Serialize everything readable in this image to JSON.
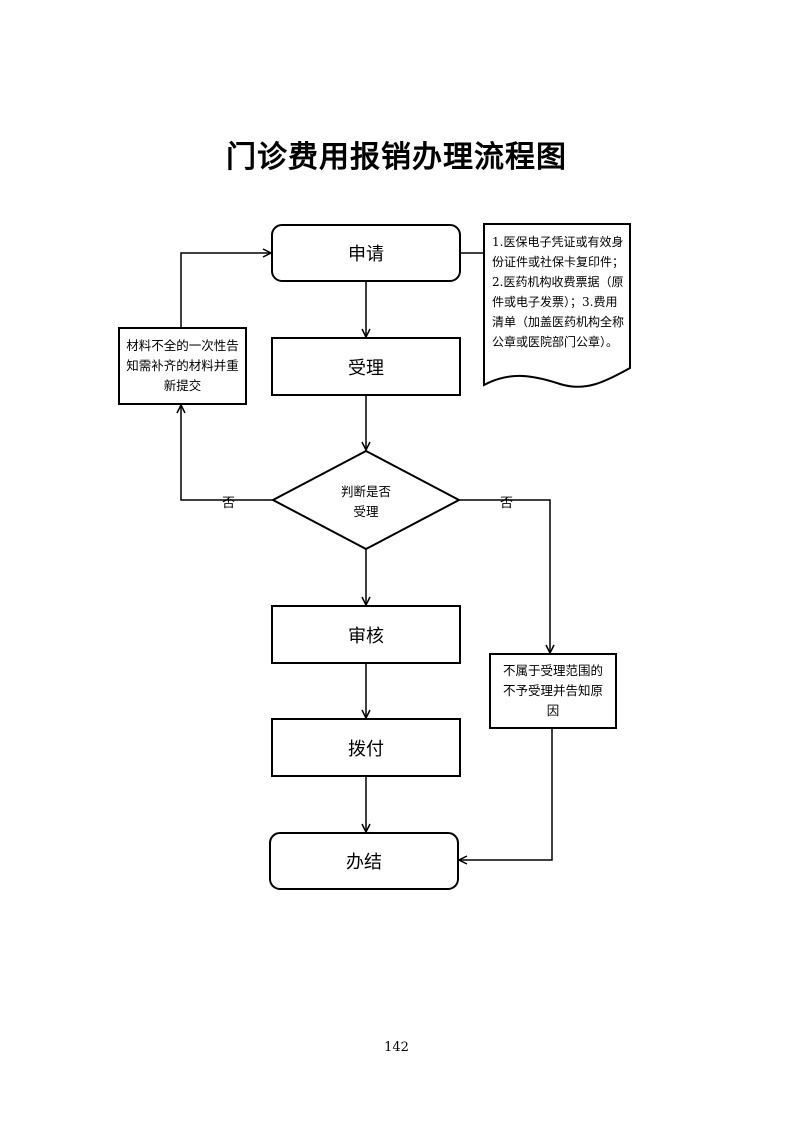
{
  "title": "门诊费用报销办理流程图",
  "nodes": {
    "apply": "申请",
    "accept": "受理",
    "decision": "判断是否受理",
    "review": "审核",
    "pay": "拨付",
    "finish": "办结",
    "supplement": "材料不全的一次性告知需补齐的材料并重新提交",
    "reject": "不属于受理范围的不予受理并告知原因"
  },
  "materials_note": "1.医保电子凭证或有效身份证件或社保卡复印件；2.医药机构收费票据（原件或电子发票）；3.费用清单（加盖医药机构全称公章或医院部门公章）。",
  "labels": {
    "no_left": "否",
    "no_right": "否"
  },
  "page_number": "142"
}
